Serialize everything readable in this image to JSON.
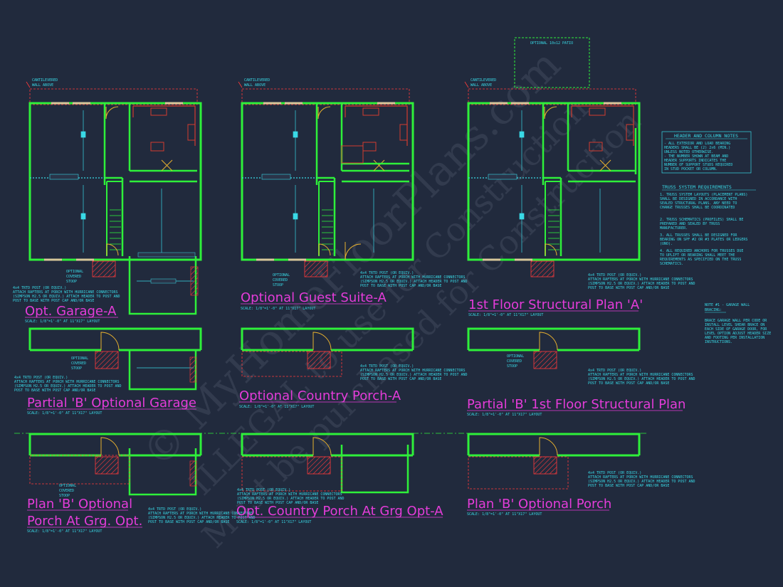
{
  "titles": {
    "opt_garage_a": "Opt. Garage-A",
    "optional_guest_suite_a": "Optional Guest Suite-A",
    "first_floor_structural_a": "1st Floor Structural Plan 'A'",
    "partial_b_optional_garage": "Partial 'B' Optional Garage",
    "optional_country_porch_a": "Optional Country Porch-A",
    "partial_b_first_floor_structural": "Partial 'B' 1st Floor Structural Plan",
    "plan_b_optional_porch_at_garage_line1": "Plan 'B' Optional",
    "plan_b_optional_porch_at_garage_line2": "Porch At Grg. Opt.",
    "opt_country_porch_at_grg_opt_a": "Opt. Country Porch At Grg Opt-A",
    "plan_b_optional_porch": "Plan 'B' Optional Porch"
  },
  "scale_label": "SCALE: 1/8\"=1'-0\" AT 11\"X17\" LAYOUT",
  "labels": {
    "cantilevered": "CANTILEVERED",
    "wall_above": "WALL ABOVE",
    "optional_10x12_patio": "OPTIONAL 10x12 PATIO",
    "optional_covered_stoop_1": "OPTIONAL",
    "optional_covered_stoop_2": "COVERED",
    "optional_covered_stoop_3": "STOOP",
    "post_note": [
      "4x4 TRTD POST (OR EQUIV.)",
      "ATTACH RAFTERS AT PORCH WITH HURRICANE CONNECTORS",
      "(SIMPSON H2.5 OR EQUIV.) ATTACH HEADER TO POST AND",
      "POST TO BASE WITH POST CAP AND/OR BASE"
    ]
  },
  "header_column_notes": {
    "title": "HEADER AND COLUMN NOTES",
    "lines": [
      "- ALL EXTERIOR AND LOAD BEARING",
      "HEADERS SHALL BE (2) 2x6 (MIN.)",
      "UNLESS NOTED OTHERWISE.",
      "- THE NUMBER SHOWN AT BEAM AND",
      "HEADER SUPPORTS INDICATES THE",
      "NUMBER OF SUPPORT STUDS REQUIRED",
      "IN STUD POCKET OR COLUMN."
    ]
  },
  "truss_requirements": {
    "title": "TRUSS SYSTEM REQUIREMENTS",
    "items": [
      [
        "1. TRUSS SYSTEM LAYOUTS (PLACEMENT PLANS)",
        "SHALL BE DESIGNED IN ACCORDANCE WITH",
        "SEALED STRUCTURAL PLANS. ANY NEED TO",
        "CHANGE TRUSSES SHALL BE COORDINATED"
      ],
      [
        "2. TRUSS SCHEMATICS (PROFILES) SHALL BE",
        "PREPARED AND SEALED BY TRUSS",
        "MANUFACTURER."
      ],
      [
        "3. ALL TRUSSES SHALL BE DESIGNED FOR",
        "BEARING ON SPF #2 OR #3 PLATES OR LEDGERS",
        "(UNO)."
      ],
      [
        "4. ALL REQUIRED ANCHORS FOR TRUSSES DUE",
        "TO UPLIFT OR BEARING SHALL MEET THE",
        "REQUIREMENTS AS SPECIFIED ON THE TRUSS",
        "SCHEMATICS."
      ]
    ]
  },
  "garage_wall_note": {
    "title_1": "NOTE #1 - GARAGE WALL",
    "title_2": "BRACING:",
    "lines": [
      "BRACE GARAGE WALL PER CODE OR",
      "INSTALL LEVEL SHEAR BRACE ON",
      "EACH SIDE OF GARAGE DOOR, FOR",
      "LEVEL OPTION ADJUST HEADER SIZE",
      "AND FOOTING PER INSTALLATION",
      "INSTRUCTIONS."
    ]
  },
  "watermark": {
    "line1": "© MyHomeFloorPlans.com",
    "line2": "ILLEGAL to use for Construction",
    "line3": "Must be purchased for Construction"
  },
  "colors": {
    "background": "#212a3d",
    "wall": "#2ef03a",
    "accent_text": "#39d9e6",
    "title": "#e43cd9",
    "hatch": "#ff3a3a",
    "door": "#e8b12f"
  }
}
